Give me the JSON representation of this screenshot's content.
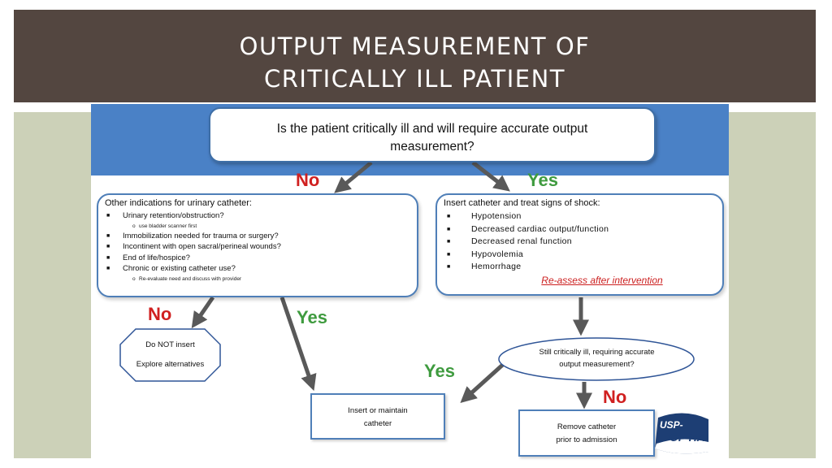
{
  "title_line1": "OUTPUT MEASUREMENT OF",
  "title_line2": "CRITICALLY ILL PATIENT",
  "question": {
    "line1": "Is the patient critically ill and will require accurate output",
    "line2": "measurement?"
  },
  "labels": {
    "no": "No",
    "yes": "Yes"
  },
  "other": {
    "title": "Other indications for urinary catheter:",
    "items": [
      {
        "text": "Urinary retention/obstruction?",
        "sub": false
      },
      {
        "text": "use bladder scanner first",
        "sub": true
      },
      {
        "text": "Immobilization needed for trauma or surgery?",
        "sub": false
      },
      {
        "text": "Incontinent with open sacral/perineal wounds?",
        "sub": false
      },
      {
        "text": "End of life/hospice?",
        "sub": false
      },
      {
        "text": "Chronic or existing catheter use?",
        "sub": false
      },
      {
        "text": "Re-evaluate need and discuss with provider",
        "sub": true
      }
    ]
  },
  "insert": {
    "title": "Insert catheter and treat signs of shock:",
    "items": [
      "Hypotension",
      "Decreased cardiac output/function",
      "Decreased renal function",
      "Hypovolemia",
      "Hemorrhage"
    ],
    "reassess": "Re-assess after intervention"
  },
  "do_not": {
    "line1": "Do NOT insert",
    "line2": "Explore alternatives"
  },
  "still": {
    "line1": "Still critically ill, requiring accurate",
    "line2": "output measurement?"
  },
  "maintain": {
    "line1": "Insert or maintain",
    "line2": "catheter"
  },
  "remove": {
    "line1": "Remove catheter",
    "line2": "prior to admission"
  },
  "logo": {
    "line1": "USP-",
    "line2": "OP HAI"
  },
  "colors": {
    "header": "#534640",
    "band": "#4a81c6",
    "side": "#ccd1b8",
    "no": "#d02020",
    "yes": "#3f9b3f",
    "arrow": "#595959"
  }
}
